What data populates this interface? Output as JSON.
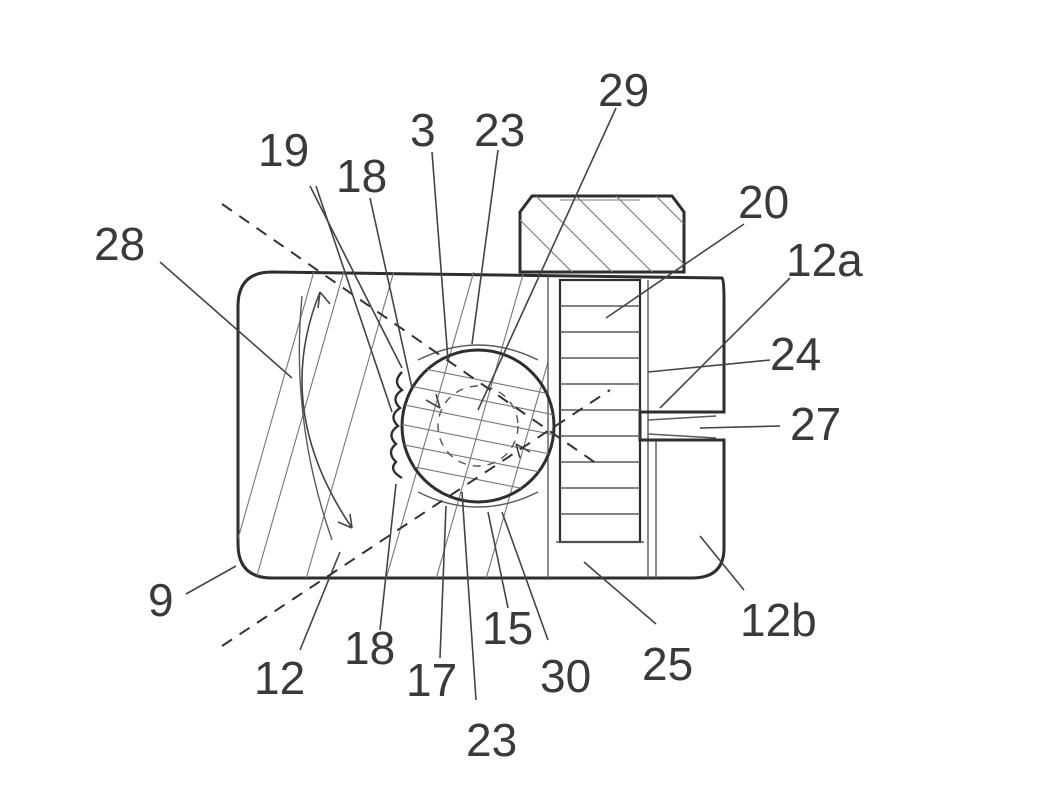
{
  "figure": {
    "labels": {
      "l28": "28",
      "l19": "19",
      "l18_top": "18",
      "l3": "3",
      "l23_top": "23",
      "l29": "29",
      "l20": "20",
      "l12a": "12a",
      "l24": "24",
      "l27": "27",
      "l9": "9",
      "l12": "12",
      "l18_bottom": "18",
      "l17": "17",
      "l23_bottom": "23",
      "l15": "15",
      "l30": "30",
      "l25": "25",
      "l12b": "12b"
    }
  }
}
